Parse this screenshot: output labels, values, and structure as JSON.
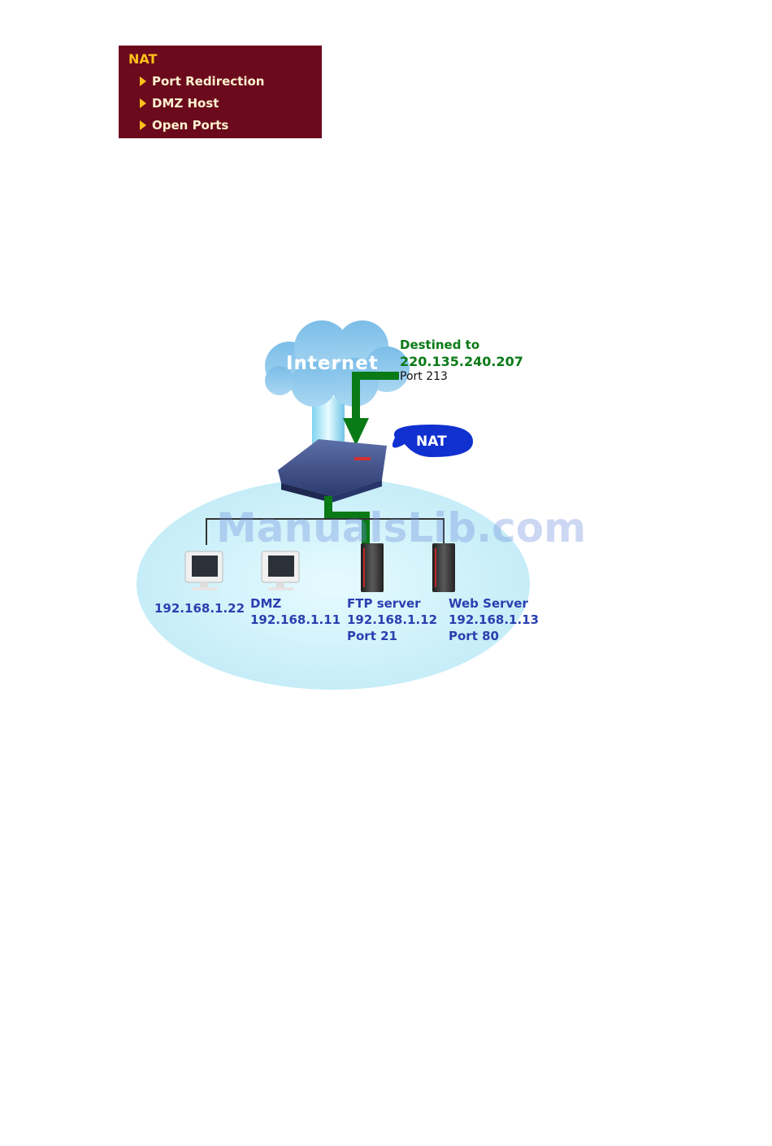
{
  "nat_menu": {
    "title": "NAT",
    "items": [
      {
        "label": "Port Redirection"
      },
      {
        "label": "DMZ Host"
      },
      {
        "label": "Open Ports"
      }
    ]
  },
  "diagram": {
    "cloud_label": "Internet",
    "destination": {
      "line1": "Destined to",
      "ip": "220.135.240.207",
      "port": "Port 213"
    },
    "nat_bubble": "NAT",
    "hosts": [
      {
        "lines": [
          "192.168.1.22"
        ],
        "icon": "computer-icon"
      },
      {
        "lines": [
          "DMZ",
          "192.168.1.11"
        ],
        "icon": "computer-icon"
      },
      {
        "lines": [
          "FTP server",
          "192.168.1.12",
          "Port 21"
        ],
        "icon": "server-icon"
      },
      {
        "lines": [
          "Web Server",
          "192.168.1.13",
          "Port 80"
        ],
        "icon": "server-icon"
      }
    ],
    "colors": {
      "arrow": "#0a7a17",
      "lan": "#c8f0f8",
      "host_text": "#2a3fb0",
      "menu_bg": "#6b0a1c",
      "menu_title": "#ffc21a"
    }
  },
  "watermark": "ManualsLib.com"
}
